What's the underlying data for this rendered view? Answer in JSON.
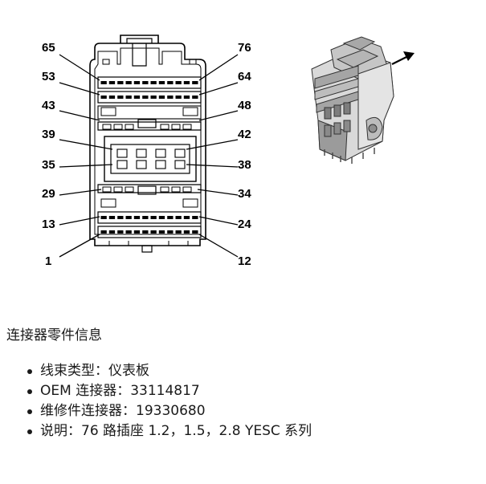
{
  "pin_labels": {
    "left": [
      "65",
      "53",
      "43",
      "39",
      "35",
      "29",
      "13",
      "1"
    ],
    "right": [
      "76",
      "64",
      "48",
      "42",
      "38",
      "34",
      "24",
      "12"
    ]
  },
  "info": {
    "title": "连接器零件信息",
    "items": [
      "线束类型：仪表板",
      "OEM 连接器：33114817",
      "维修件连接器：19330680",
      "说明：76 路插座 1.2，1.5，2.8 YESC 系列"
    ]
  },
  "icons": [
    "connector-face-view-icon",
    "connector-isometric-view-icon",
    "direction-arrow-icon"
  ]
}
